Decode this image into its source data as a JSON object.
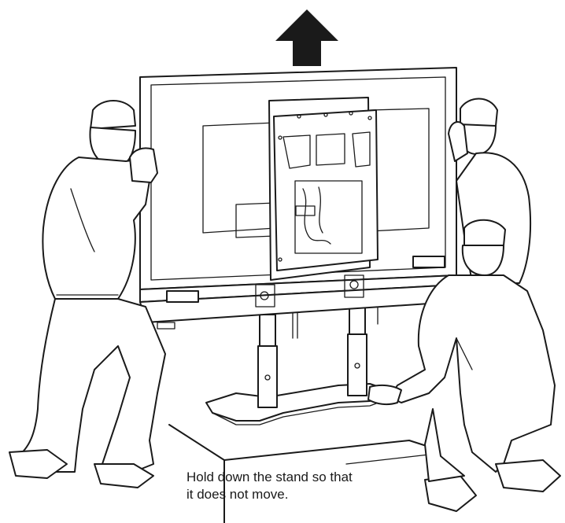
{
  "instruction": {
    "lines": [
      "Hold down the stand so that",
      "it does not move."
    ]
  },
  "arrow": {
    "direction": "up",
    "color": "#000000"
  },
  "icons": [
    "up-arrow-icon"
  ]
}
